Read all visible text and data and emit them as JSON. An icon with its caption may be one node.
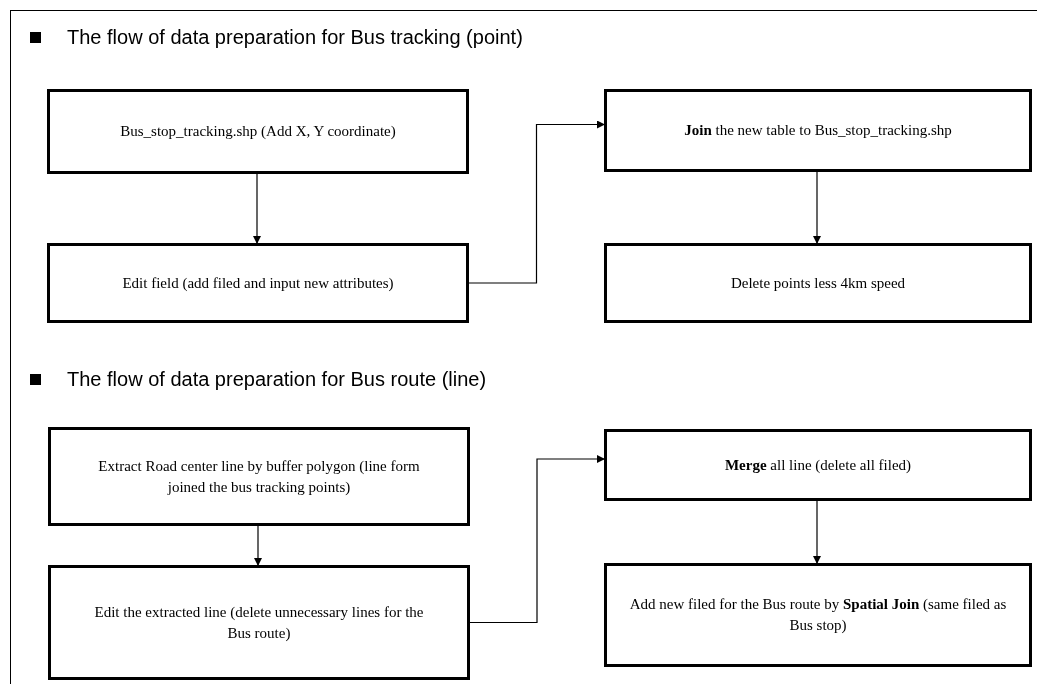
{
  "diagram": {
    "nodes": [
      {
        "text": [
          "Bus_stop_tracking.shp (Add X, Y coordinate)"
        ]
      },
      {
        "text": [
          "Edit field (add filed and input new attributes)"
        ]
      },
      {
        "text": [
          "**Join** the new table to Bus_stop_tracking.shp"
        ]
      },
      {
        "text": [
          "Delete points less 4km speed"
        ]
      },
      {
        "text": [
          "Extract Road center line by buffer polygon (line form joined the bus tracking points)"
        ]
      },
      {
        "text": [
          "Edit the extracted line (delete unnecessary lines for the Bus route)"
        ]
      },
      {
        "text": [
          "**Merge** all line (delete all filed)"
        ]
      },
      {
        "text": [
          "Add new filed for the Bus route by **Spatial Join** (same filed as Bus stop)"
        ]
      }
    ],
    "edges": [
      {
        "from": 0,
        "to": 1,
        "arrow": "to"
      },
      {
        "from": 1,
        "to": 2,
        "arrow": "to"
      },
      {
        "from": 2,
        "to": 3,
        "arrow": "to"
      },
      {
        "from": 4,
        "to": 5,
        "arrow": "to"
      },
      {
        "from": 5,
        "to": 6,
        "arrow": "to"
      },
      {
        "from": 6,
        "to": 7,
        "arrow": "to"
      }
    ],
    "labels": [
      "The flow of data preparation for Bus tracking (point)",
      "The flow of data preparation for Bus route (line)"
    ]
  }
}
